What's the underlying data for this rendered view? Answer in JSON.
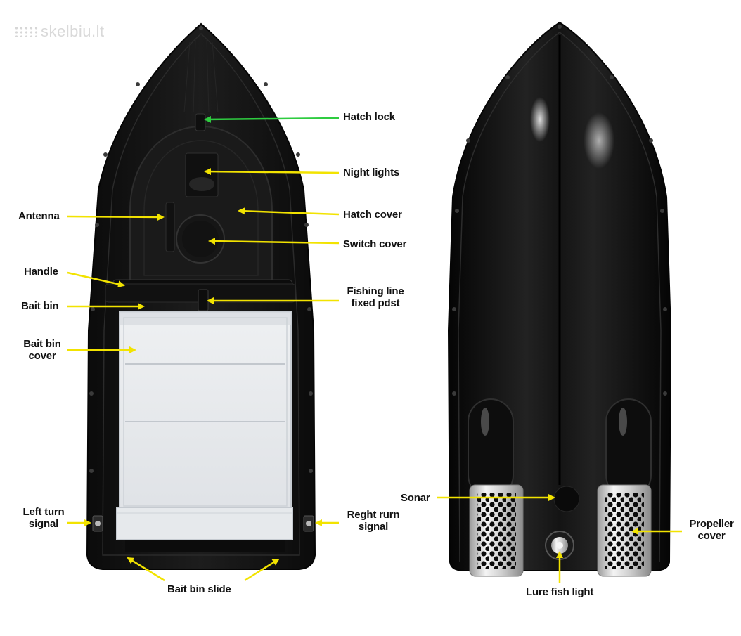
{
  "watermark": {
    "text": "skelbiu.lt"
  },
  "colors": {
    "arrow": "#f2e300",
    "green_arrow": "#2ecc40",
    "hull": "#151515",
    "hull_edge": "#0a0a0a",
    "bin": "#e9ecef",
    "chrome": "#d9d9d9"
  },
  "labels": {
    "hatch_lock": "Hatch lock",
    "night_lights": "Night lights",
    "hatch_cover": "Hatch cover",
    "switch_cover": "Switch cover",
    "antenna": "Antenna",
    "handle": "Handle",
    "bait_bin": "Bait bin",
    "fishing_line_1": "Fishing line",
    "fishing_line_2": "fixed pdst",
    "bait_bin_cover_1": "Bait bin",
    "bait_bin_cover_2": "cover",
    "left_turn_1": "Left turn",
    "left_turn_2": "signal",
    "right_turn_1": "Reght rurn",
    "right_turn_2": "signal",
    "bait_bin_slide": "Bait bin slide",
    "sonar": "Sonar",
    "propeller_1": "Propeller",
    "propeller_2": "cover",
    "lure_light": "Lure fish light"
  }
}
